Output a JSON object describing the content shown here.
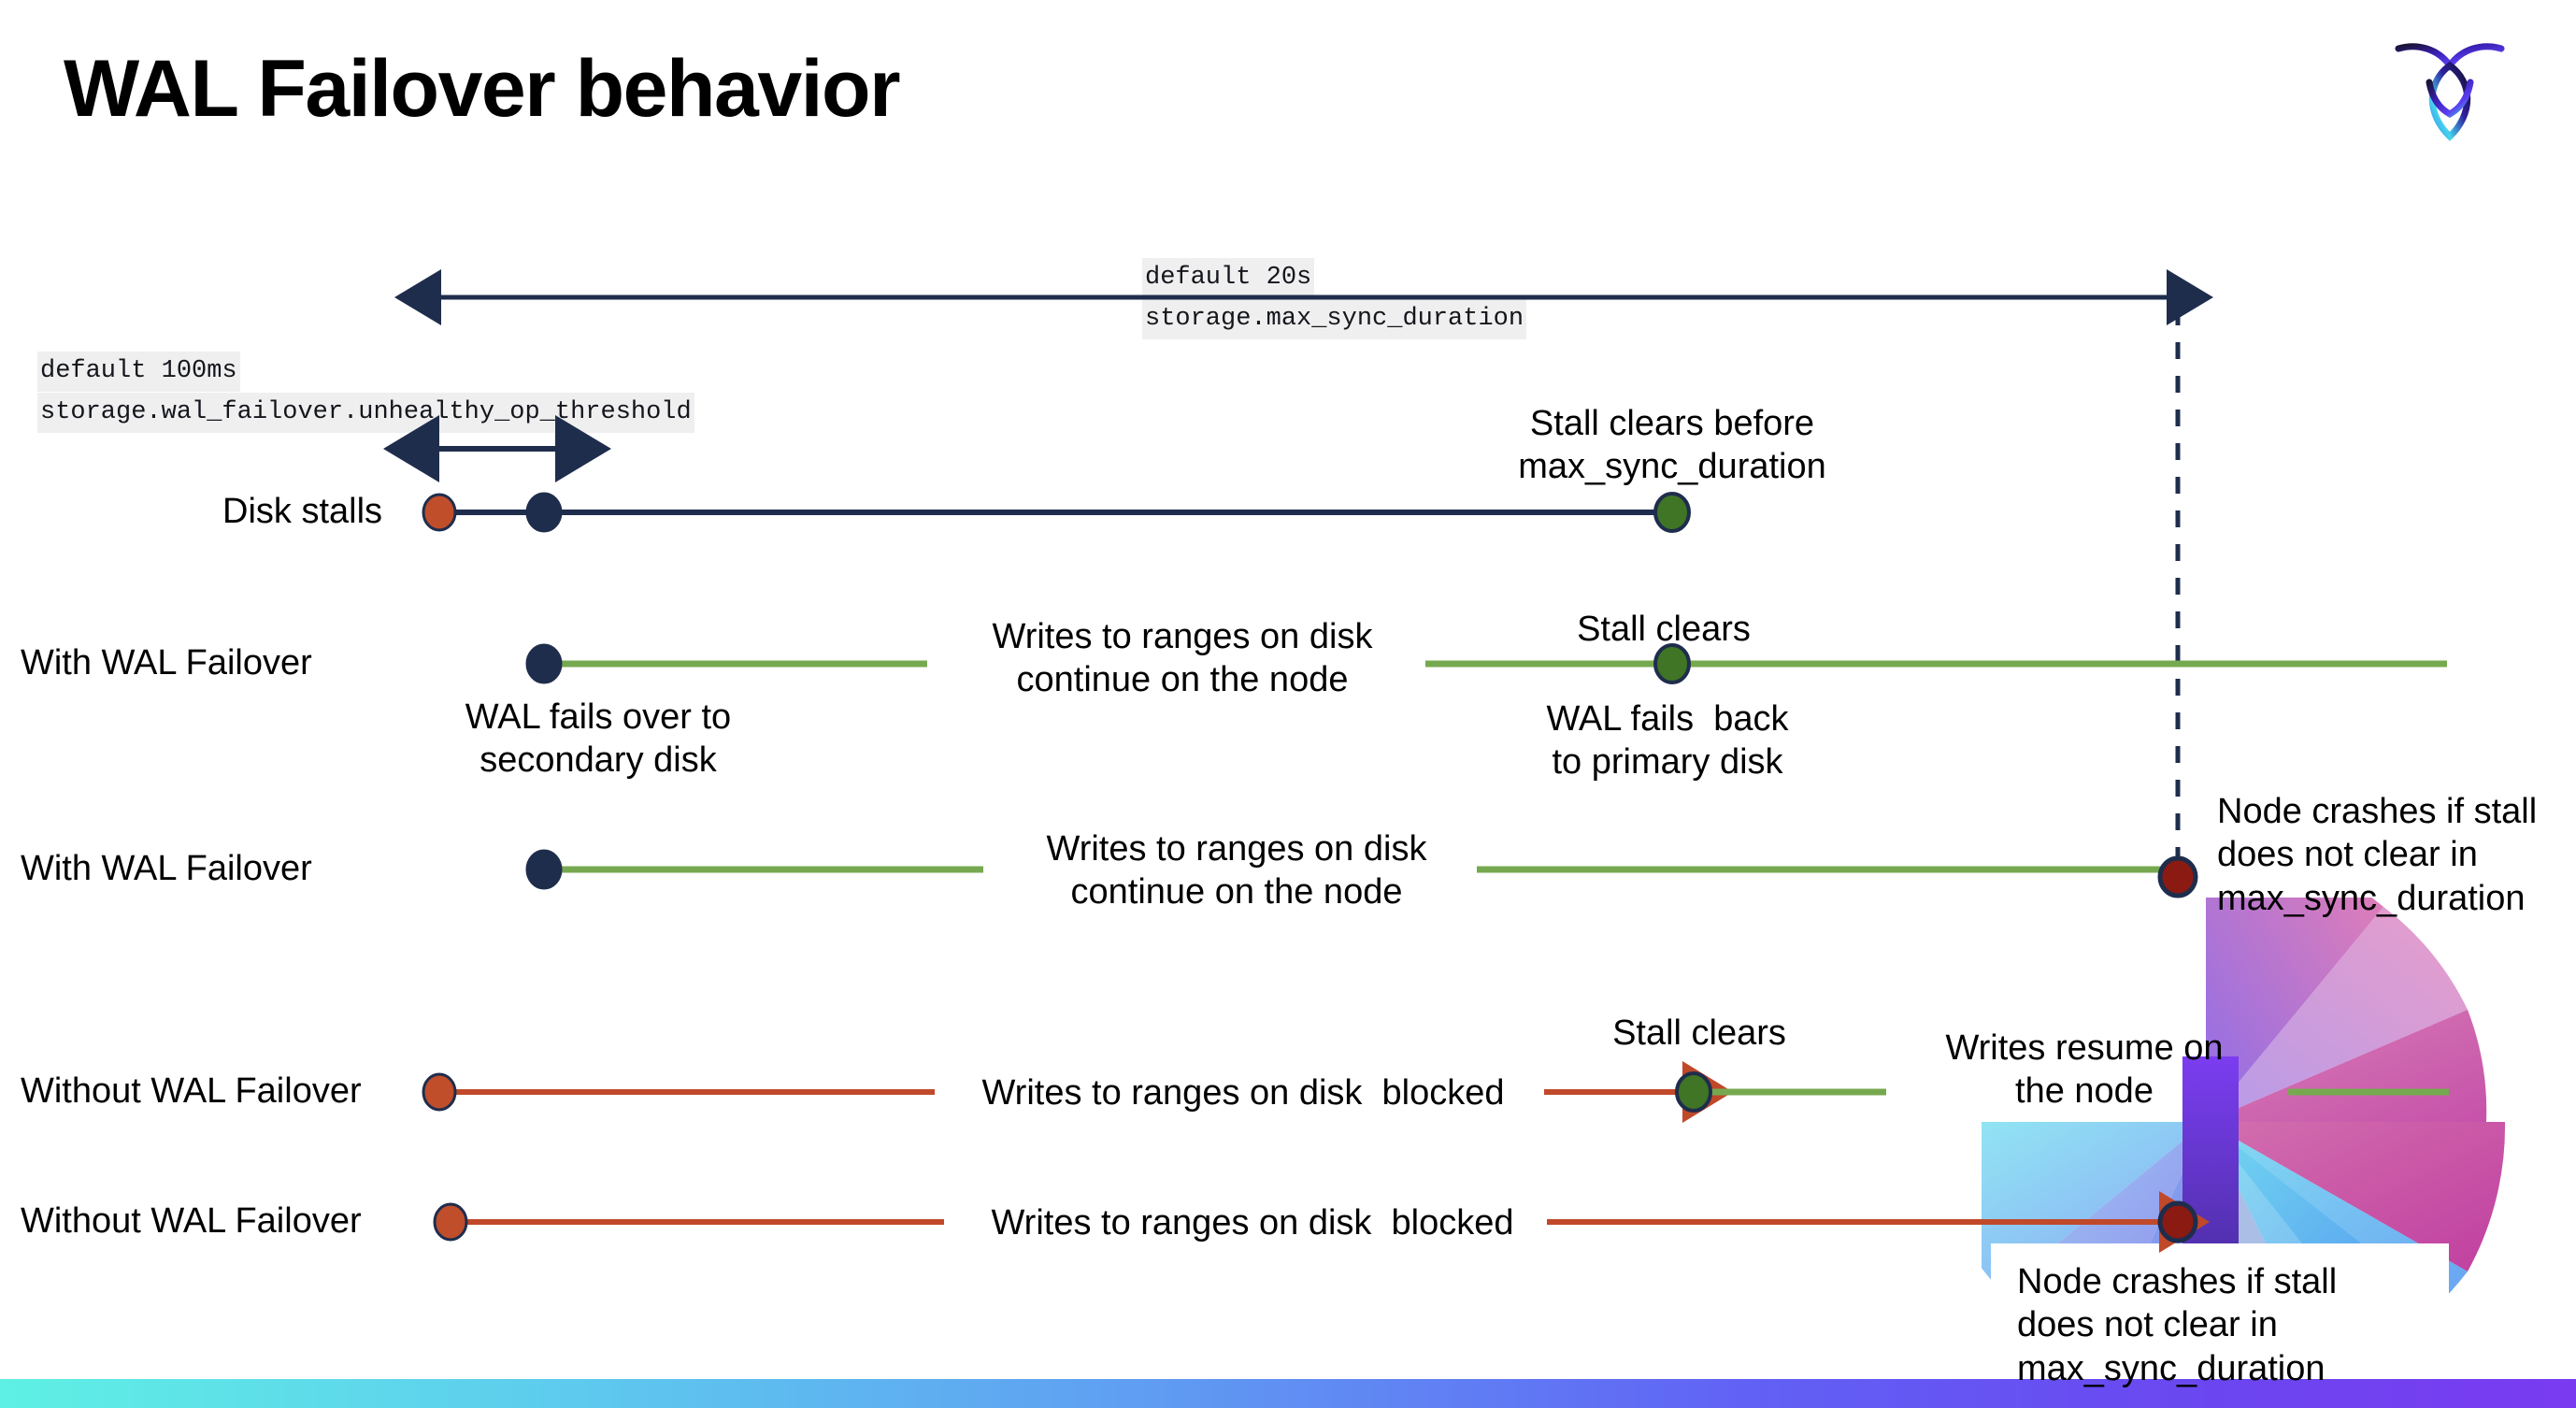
{
  "slide": {
    "title": "WAL Failover behavior",
    "logo_name": "cockroachdb-logo"
  },
  "annotations": {
    "max_sync": {
      "line1": "default 20s",
      "line2": "storage.max_sync_duration"
    },
    "unhealthy": {
      "line1": "default 100ms",
      "line2": "storage.wal_failover.unhealthy_op_threshold"
    }
  },
  "rows": [
    {
      "id": "disk-stalls",
      "label": "Disk stalls",
      "note_top": "Stall clears before\nmax_sync_duration"
    },
    {
      "id": "with-wal-failover-1",
      "label": "With WAL Failover",
      "note_start": "WAL fails over to\nsecondary disk",
      "note_mid": "Writes to ranges on disk\ncontinue on the node",
      "note_clear": "Stall clears",
      "note_back": "WAL fails  back\nto primary disk"
    },
    {
      "id": "with-wal-failover-2",
      "label": "With WAL Failover",
      "note_mid": "Writes to ranges on disk\ncontinue on the node",
      "note_crash": "Node crashes if stall\ndoes not clear in\nmax_sync_duration"
    },
    {
      "id": "without-wal-failover-1",
      "label": "Without WAL Failover",
      "note_mid": "Writes to ranges on disk  blocked",
      "note_clear": "Stall clears",
      "note_resume": "Writes resume on\nthe node"
    },
    {
      "id": "without-wal-failover-2",
      "label": "Without WAL Failover",
      "note_mid": "Writes to ranges on disk  blocked",
      "note_crash": "Node crashes if stall\ndoes not clear in\nmax_sync_duration"
    }
  ],
  "colors": {
    "navy": "#1f2d4d",
    "green_line": "#76a94f",
    "green_dot": "#3f7524",
    "orange_dot": "#c04e2a",
    "orange_line": "#c0492a",
    "dark_red_dot": "#8b1a12",
    "code_bg": "#efefef",
    "bar_start": "#5ef0e4",
    "bar_end": "#7a3bf0"
  },
  "legend": {
    "start_marker": "stall-start-marker",
    "failover_marker": "failover-marker",
    "clear_marker": "stall-clear-marker",
    "crash_marker": "node-crash-marker"
  }
}
